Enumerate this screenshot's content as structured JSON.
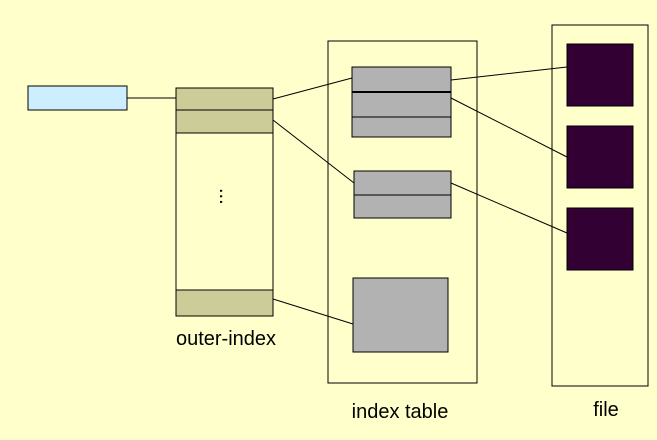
{
  "labels": {
    "outer_index": "outer-index",
    "index_table": "index table",
    "file": "file",
    "ellipsis": "..."
  },
  "colors": {
    "background": "#ffffcc",
    "pointer_box": "#cceeff",
    "outer_entry": "#cccc99",
    "index_entry": "#b2b2b2",
    "file_block": "#330033",
    "stroke": "#000000"
  }
}
